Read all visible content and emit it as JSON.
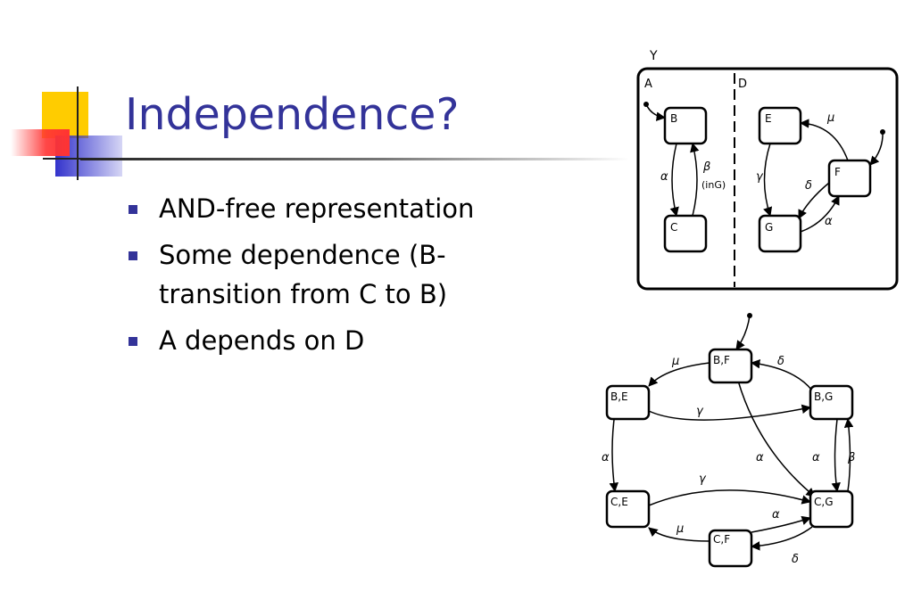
{
  "slide": {
    "title": "Independence?",
    "bullets": [
      {
        "text": "AND-free representation"
      },
      {
        "text": "Some dependence (B-transition from C to B)"
      },
      {
        "text": "A depends on D"
      }
    ]
  },
  "colors": {
    "title": "#333399",
    "bullet": "#333399",
    "deco_yellow": "#ffcc00",
    "deco_blue": "#3333cc",
    "deco_red": "#ff3333"
  },
  "statechart": {
    "outer_label": "Y",
    "region_left": "A",
    "region_right": "D",
    "states": [
      "B",
      "C",
      "E",
      "F",
      "G"
    ],
    "transitions": {
      "alpha": "α",
      "beta": "β",
      "beta_condition": "(inG)",
      "gamma": "γ",
      "delta": "δ",
      "mu": "μ",
      "alpha2": "α"
    }
  },
  "product_graph": {
    "states": [
      "B,F",
      "B,E",
      "B,G",
      "C,E",
      "C,G",
      "C,F"
    ],
    "labels": {
      "mu_top": "μ",
      "delta_top": "δ",
      "gamma_mid": "γ",
      "alpha_left": "α",
      "alpha_center": "α",
      "alpha_right": "α",
      "beta_right": "β",
      "gamma_low": "γ",
      "mu_low": "μ",
      "alpha_low": "α",
      "delta_low": "δ"
    }
  }
}
